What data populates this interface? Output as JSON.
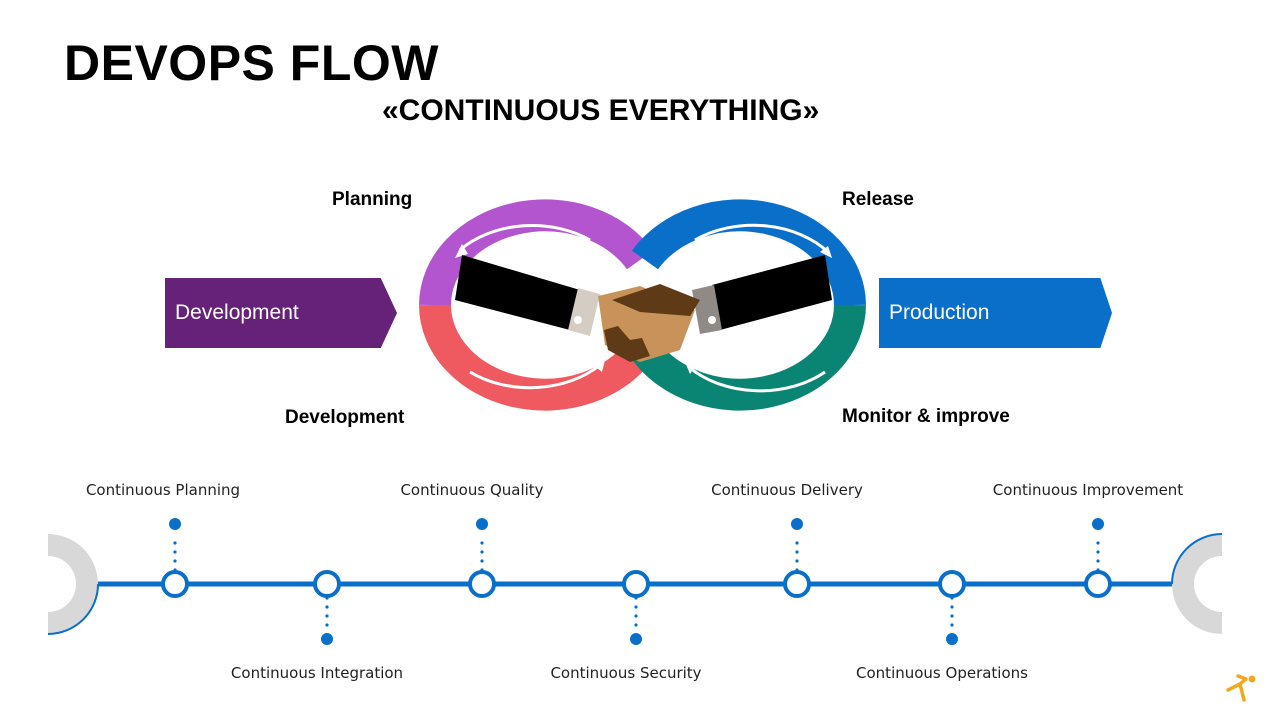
{
  "title": "DEVOPS FLOW",
  "subtitle": "«CONTINUOUS EVERYTHING»",
  "infinity": {
    "stages": {
      "top_left": "Planning",
      "top_right": "Release",
      "bottom_left": "Development",
      "bottom_right": "Monitor & improve"
    },
    "colors": {
      "planning": "#b455d0",
      "development": "#ee5a5f",
      "release": "#0a6fc8",
      "monitor": "#0a8574"
    }
  },
  "chevrons": {
    "left": {
      "label": "Development",
      "color": "#662178"
    },
    "right": {
      "label": "Production",
      "color": "#0a6fc8"
    }
  },
  "timeline": {
    "color": "#0a6fc8",
    "items": [
      {
        "label": "Continuous Planning",
        "position": "above"
      },
      {
        "label": "Continuous Integration",
        "position": "below"
      },
      {
        "label": "Continuous Quality",
        "position": "above"
      },
      {
        "label": "Continuous Security",
        "position": "below"
      },
      {
        "label": "Continuous Delivery",
        "position": "above"
      },
      {
        "label": "Continuous Operations",
        "position": "below"
      },
      {
        "label": "Continuous Improvement",
        "position": "above"
      }
    ]
  },
  "logo": {
    "icon": "running-person-icon",
    "color": "#f2a81d"
  }
}
